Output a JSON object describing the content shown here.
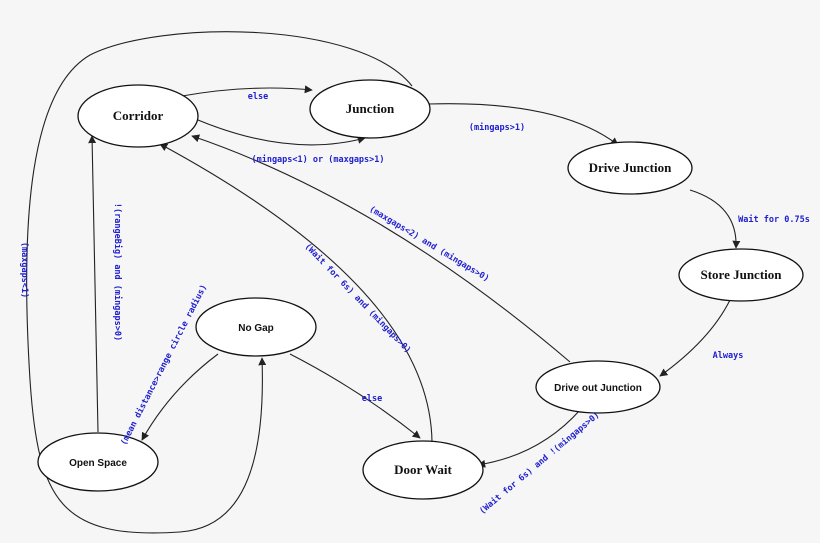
{
  "diagram": {
    "states": {
      "corridor": "Corridor",
      "junction": "Junction",
      "drive_junction": "Drive Junction",
      "store_junction": "Store Junction",
      "drive_out_junction": "Drive out Junction",
      "door_wait": "Door Wait",
      "no_gap": "No Gap",
      "open_space": "Open Space"
    },
    "transitions": {
      "corridor_to_junction": "else",
      "junction_to_corridor": "(mingaps<1) or (maxgaps>1)",
      "junction_to_drive_junction": "(mingaps>1)",
      "drive_to_store": "Wait for 0.75s",
      "store_to_drive_out": "Always",
      "drive_out_to_corridor": "(maxgaps<2) and (mingaps>0)",
      "door_wait_to_corridor": "(Wait for 6s) and (mingaps>0)",
      "no_gap_to_door_wait": "else",
      "drive_out_to_door_wait": "(Wait for 6s) and !(mingaps>0)",
      "open_space_to_corridor": "!(rangeBig) and (mingaps>0)",
      "no_gap_to_open_space": "(mean distance>range circle radius)",
      "junction_loop_to_no_gap": "(maxgaps<1)"
    },
    "colors": {
      "label": "#2020d0",
      "line": "#222222",
      "state_fill": "#ffffff"
    }
  }
}
